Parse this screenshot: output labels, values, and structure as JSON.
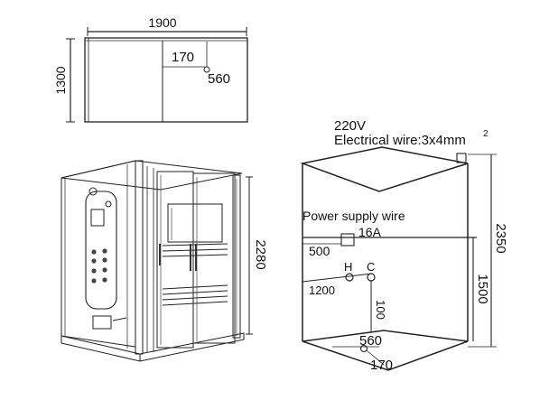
{
  "plan": {
    "width": "1900",
    "depth": "1300",
    "drain_x": "170",
    "drain_y": "560"
  },
  "unit": {
    "height": "2280"
  },
  "service": {
    "voltage": "220V",
    "electrical_wire": "Electrical wire:3x4mm",
    "wire_exponent": "2",
    "power_supply": "Power supply wire",
    "breaker": "16A",
    "outlet_offset": "500",
    "hot_label": "H",
    "cold_label": "C",
    "tap_height": "1200",
    "tap_spacing": "100",
    "total_height": "2350",
    "socket_height": "1500",
    "floor_drain_1": "560",
    "floor_drain_2": "170"
  }
}
